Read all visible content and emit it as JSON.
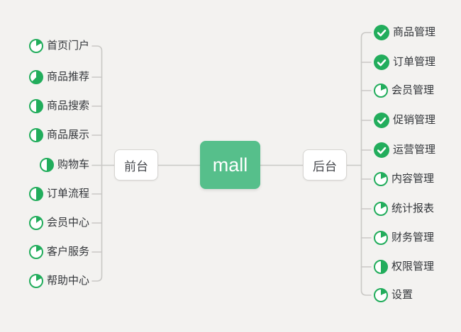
{
  "colors": {
    "bg": "#f3f2f0",
    "line": "#c9c8c5",
    "node-border": "#d6d5d2",
    "node-text": "#46484d",
    "item-text": "#33363a",
    "root-green": "#56bf8b",
    "icon-green": "#22ad5c"
  },
  "root": {
    "label": "mall"
  },
  "left_branch": {
    "node_label": "前台",
    "items": [
      {
        "label": "首页门户",
        "icon": {
          "type": "pie",
          "fraction": 0.17
        }
      },
      {
        "label": "商品推荐",
        "icon": {
          "type": "pie",
          "fraction": 0.62
        }
      },
      {
        "label": "商品搜索",
        "icon": {
          "type": "pie",
          "fraction": 0.5
        }
      },
      {
        "label": "商品展示",
        "icon": {
          "type": "pie",
          "fraction": 0.5
        }
      },
      {
        "label": "购物车",
        "icon": {
          "type": "pie",
          "fraction": 0.5
        }
      },
      {
        "label": "订单流程",
        "icon": {
          "type": "pie",
          "fraction": 0.5
        }
      },
      {
        "label": "会员中心",
        "icon": {
          "type": "pie",
          "fraction": 0.15
        }
      },
      {
        "label": "客户服务",
        "icon": {
          "type": "pie",
          "fraction": 0.17
        }
      },
      {
        "label": "帮助中心",
        "icon": {
          "type": "pie",
          "fraction": 0.17
        }
      }
    ]
  },
  "right_branch": {
    "node_label": "后台",
    "items": [
      {
        "label": "商品管理",
        "icon": {
          "type": "check"
        }
      },
      {
        "label": "订单管理",
        "icon": {
          "type": "check"
        }
      },
      {
        "label": "会员管理",
        "icon": {
          "type": "pie",
          "fraction": 0.18
        }
      },
      {
        "label": "促销管理",
        "icon": {
          "type": "check"
        }
      },
      {
        "label": "运营管理",
        "icon": {
          "type": "check"
        }
      },
      {
        "label": "内容管理",
        "icon": {
          "type": "pie",
          "fraction": 0.18
        }
      },
      {
        "label": "统计报表",
        "icon": {
          "type": "pie",
          "fraction": 0.17
        }
      },
      {
        "label": "财务管理",
        "icon": {
          "type": "pie",
          "fraction": 0.18
        }
      },
      {
        "label": "权限管理",
        "icon": {
          "type": "pie",
          "fraction": 0.5
        }
      },
      {
        "label": "设置",
        "icon": {
          "type": "pie",
          "fraction": 0.18
        }
      }
    ]
  }
}
